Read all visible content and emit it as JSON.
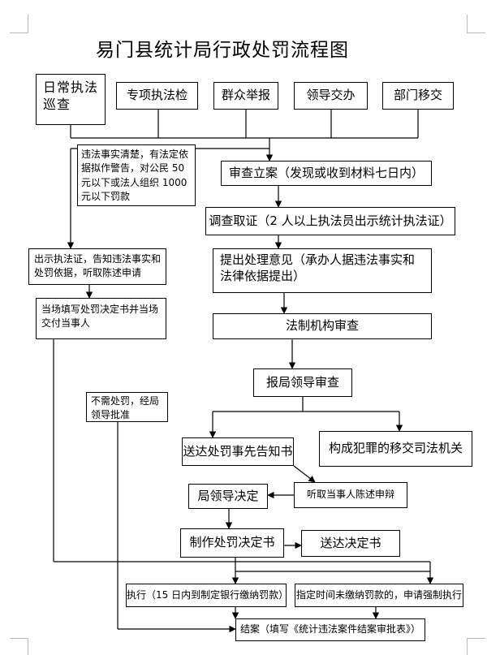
{
  "title": "易门县统计局行政处罚流程图",
  "sources": {
    "inspection": "日常执法巡查",
    "special": "专项执法检",
    "report": "群众举报",
    "leader": "领导交办",
    "transfer": "部门移交"
  },
  "summary_condition": "违法事实清楚，有法定依据拟作警告，对公民 50元以下或法人组织 1000元以下罚款",
  "summary_show_id": "出示执法证，告知违法事实和处罚依据，听取陈述申请",
  "summary_fill": "当场填写处罚决定书并当场交付当事人",
  "filing": "审查立案（发现或收到材料七日内）",
  "investigation": "调查取证（2 人以上执法员出示统计执法证）",
  "opinion": "提出处理意见（承办人据违法事实和法律依据提出）",
  "legal_review": "法制机构审查",
  "leader_review": "报局领导审查",
  "no_penalty": "不需处罚，经局领导批准",
  "notice": "送达处罚事先告知书",
  "judicial": "构成犯罪的移交司法机关",
  "hearing": "听取当事人陈述申辩",
  "decision": "局领导决定",
  "make_decision": "制作处罚决定书",
  "deliver": "送达决定书",
  "execute": "执行（15 日内到制定银行缴纳罚款）",
  "enforce": "指定时间未缴纳罚款的，申请强制执行",
  "close": "结案（填写《统计违法案件结案审批表》）"
}
